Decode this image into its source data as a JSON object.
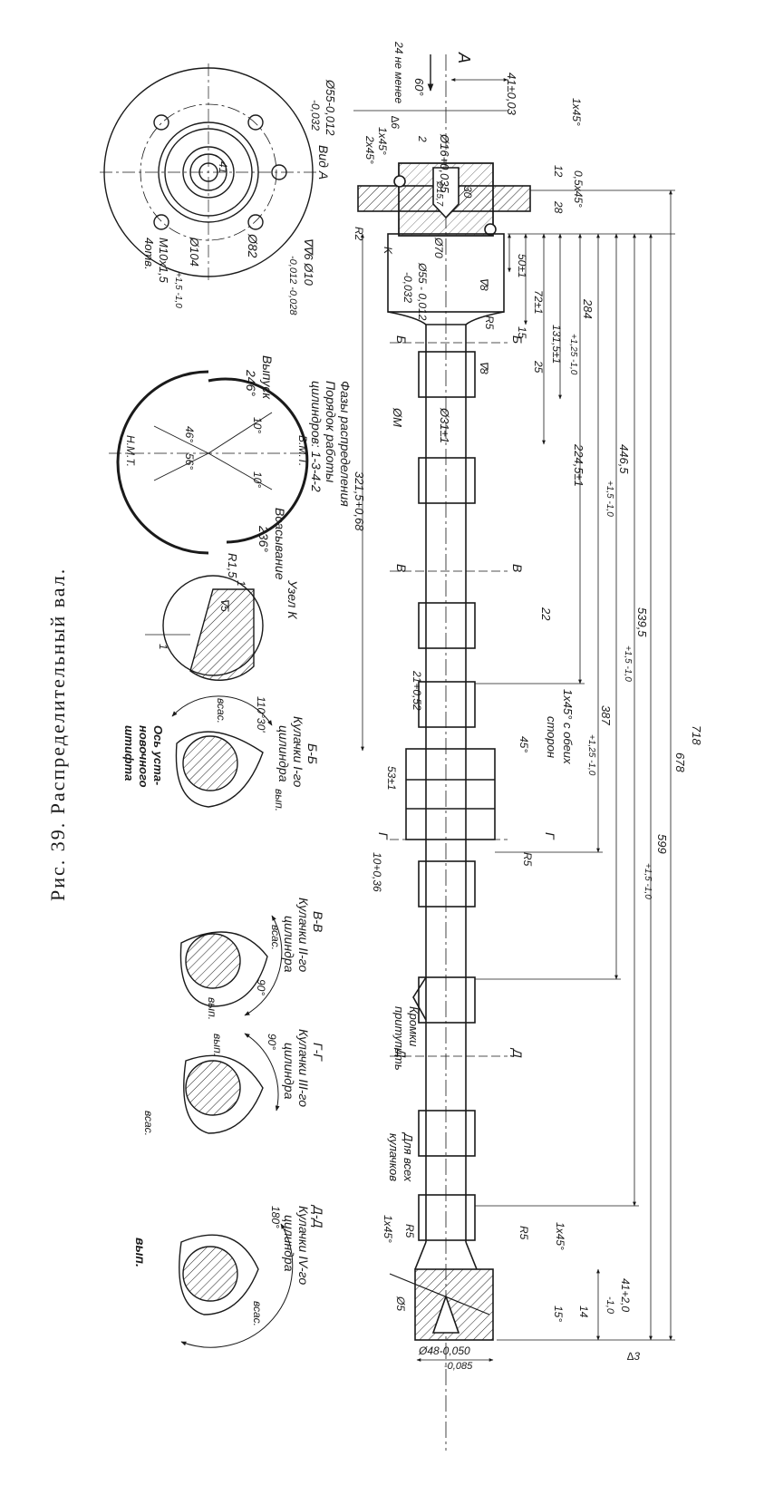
{
  "caption": "Рис. 39. Распределительный вал.",
  "view_a": {
    "title": "Вид А",
    "arrow_label": "А",
    "dim_41": "41",
    "dim_d82": "Ø82",
    "dim_d104": "Ø104",
    "tol_104": "+1,5 -1,0",
    "thread": "M10x1,5",
    "holes": "4отв.",
    "pin_spec": "∇∇6 Ø10",
    "pin_tol": "-0,012 -0,028"
  },
  "phases": {
    "title": "Фазы распределения",
    "order_label": "Порядок работы",
    "order_value": "цилиндров: 1-3-4-2",
    "exhaust_label": "Выпуск",
    "exhaust_value": "246°",
    "intake_label": "Всасывание",
    "intake_value": "236°",
    "vmt": "В.М.Т.",
    "nmt": "Н.М.Т.",
    "a10_1": "10°",
    "a10_2": "10°",
    "a46": "46°",
    "a56": "56°"
  },
  "node_k": {
    "title": "Узел К",
    "r15": "R1,5",
    "t1": "1",
    "t2": "1",
    "finish": "∇5"
  },
  "sections": [
    {
      "id": "Б-Б",
      "line1": "Кулачки I-го",
      "line2": "цилиндра",
      "angle": "110°30'",
      "intake": "всас.",
      "exhaust": "вып.",
      "pin1": "Ось уста-",
      "pin2": "новочного",
      "pin3": "штифта"
    },
    {
      "id": "В-В",
      "line1": "Кулачки II-го",
      "line2": "цилиндра",
      "angle": "90°",
      "intake": "всас.",
      "exhaust": "вып."
    },
    {
      "id": "Г-Г",
      "line1": "Кулачки III-го",
      "line2": "цилиндра",
      "angle": "90°",
      "intake": "всас.",
      "exhaust": "вып."
    },
    {
      "id": "Д-Д",
      "line1": "Кулачки IV-го",
      "line2": "цилиндра",
      "angle": "180°",
      "intake": "всас.",
      "exhaust": "вып."
    }
  ],
  "shaft": {
    "d55_top": "Ø55-0,012",
    "d55_top_b": "-0,032",
    "ne_menee": "24 не менее",
    "a60": "60°",
    "d16": "Ø16+0,035",
    "d157": "Ø15,7",
    "d30": "30",
    "d2": "2",
    "ch1x45a": "1x45°",
    "ch1x45b": "1x45°",
    "ch2x45": "2x45°",
    "ch05x45": "0,5x45°",
    "f6": "∆6",
    "d12": "12",
    "d28": "28",
    "r2": "R2",
    "k": "K",
    "d70": "Ø70",
    "d55_main": "Ø55 - 0,012",
    "d55_main_b": "-0,032",
    "f8a": "∇8",
    "d50": "50±1",
    "d72": "72±1",
    "d1315": "131,5±1",
    "d25": "25",
    "d15": "15",
    "r5a": "R5",
    "f8b": "∇8",
    "dm": "ØM",
    "d31": "Ø31±1",
    "d284": "284",
    "d284t": "+1,25 -1,0",
    "d2245": "224,5±1",
    "d3215": "321,5+0,68",
    "d4465": "446,5",
    "d4465t": "+1,5 -1,0",
    "d5395": "539,5",
    "d5395t": "+1,5 -1,0",
    "d718": "718",
    "d678": "678",
    "d5991": "599",
    "d5991t": "+1,5 -1,0",
    "d387": "387",
    "d387t": "+1,25 -1,0",
    "d22": "22",
    "d21": "21+0,52",
    "d53": "53±1",
    "d10": "10+0,36",
    "note_both": "1x45° с обеих",
    "note_both2": "сторон",
    "a45": "45°",
    "r5b": "R5",
    "r5c": "R5",
    "r5d": "R5",
    "edges1": "Кромки",
    "edges2": "притупить",
    "all_cams1": "Для всех",
    "all_cams2": "кулачков",
    "ch1x45c": "1x45°",
    "ch1x45d": "1x45°",
    "d48": "Ø48-0,050",
    "d48b": "-0,085",
    "d41b": "41+2,0",
    "d41bt": "-1,0",
    "d14": "14",
    "a15": "15°",
    "d5": "Ø5",
    "f3": "∆3",
    "secB": "Б",
    "secV": "В",
    "secG": "Г",
    "secD": "Д",
    "top_41": "41±0,03",
    "top_A": "А"
  }
}
